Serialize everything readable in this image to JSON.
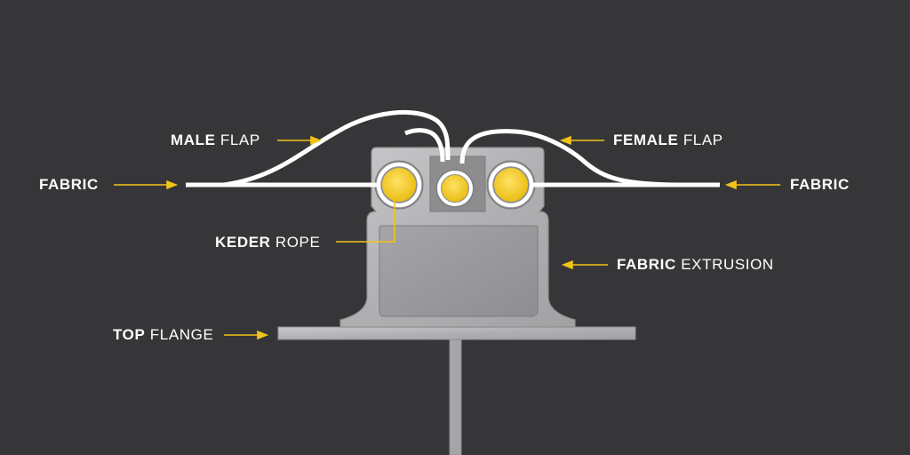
{
  "labels": {
    "male_flap": {
      "bold": "MALE",
      "regular": "FLAP"
    },
    "female_flap": {
      "bold": "FEMALE",
      "regular": "FLAP"
    },
    "fabric_left": {
      "bold": "FABRIC",
      "regular": ""
    },
    "fabric_right": {
      "bold": "FABRIC",
      "regular": ""
    },
    "keder_rope": {
      "bold": "KEDER",
      "regular": "ROPE"
    },
    "fabric_extrusion": {
      "bold": "FABRIC",
      "regular": "EXTRUSION"
    },
    "top_flange": {
      "bold": "TOP",
      "regular": "FLANGE"
    }
  },
  "colors": {
    "background": "#363638",
    "arrow": "#f2c318",
    "fabric": "#ffffff",
    "keder": "#f4cd2e",
    "extrusion": "#b9b9bb",
    "label": "#ffffff"
  }
}
